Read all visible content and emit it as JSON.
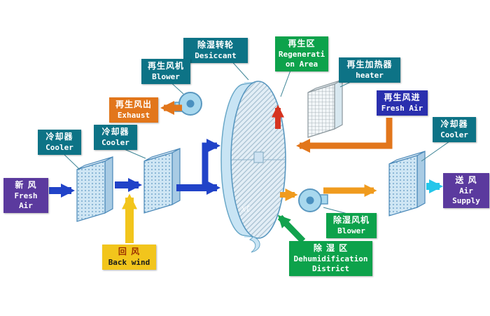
{
  "watermark": "xt",
  "labels": {
    "desiccant": {
      "zh": "除湿转轮",
      "en": "Desiccant"
    },
    "regeneration_area": {
      "zh": "再生区",
      "en": "Regeneration Area"
    },
    "regen_blower": {
      "zh": "再生风机",
      "en": "Blower"
    },
    "regen_heater": {
      "zh": "再生加热器",
      "en": "heater"
    },
    "exhaust": {
      "zh": "再生风出",
      "en": "Exhaust"
    },
    "regen_fresh_air": {
      "zh": "再生风进",
      "en": "Fresh Air"
    },
    "cooler_right": {
      "zh": "冷却器",
      "en": "Cooler"
    },
    "cooler_left": {
      "zh": "冷却器",
      "en": "Cooler"
    },
    "cooler_mid": {
      "zh": "冷却器",
      "en": "Cooler"
    },
    "fresh_air": {
      "zh": "新 风",
      "en": "Fresh Air"
    },
    "air_supply": {
      "zh": "送 风",
      "en": "Air Supply"
    },
    "back_wind": {
      "zh": "回 风",
      "en": "Back wind"
    },
    "dehum_blower": {
      "zh": "除湿风机",
      "en": "Blower"
    },
    "dehum_district": {
      "zh": "除 湿 区",
      "en": "Dehumidification District"
    }
  },
  "colors": {
    "teal_label": "#0d7386",
    "green_label": "#0da24b",
    "orange_label": "#e2761b",
    "blue_label": "#2a2fae",
    "purple_label": "#5b3a9e",
    "yellow_label": "#f2c51c",
    "flow_blue": "#2143c8",
    "flow_cyan": "#25c6ea",
    "flow_orange": "#e2761b",
    "flow_orange_light": "#f09b1e",
    "flow_red": "#d63420",
    "flow_yellow": "#f2c51c",
    "flow_green": "#12a24e",
    "wheel_fill": "#c8e4f4"
  }
}
